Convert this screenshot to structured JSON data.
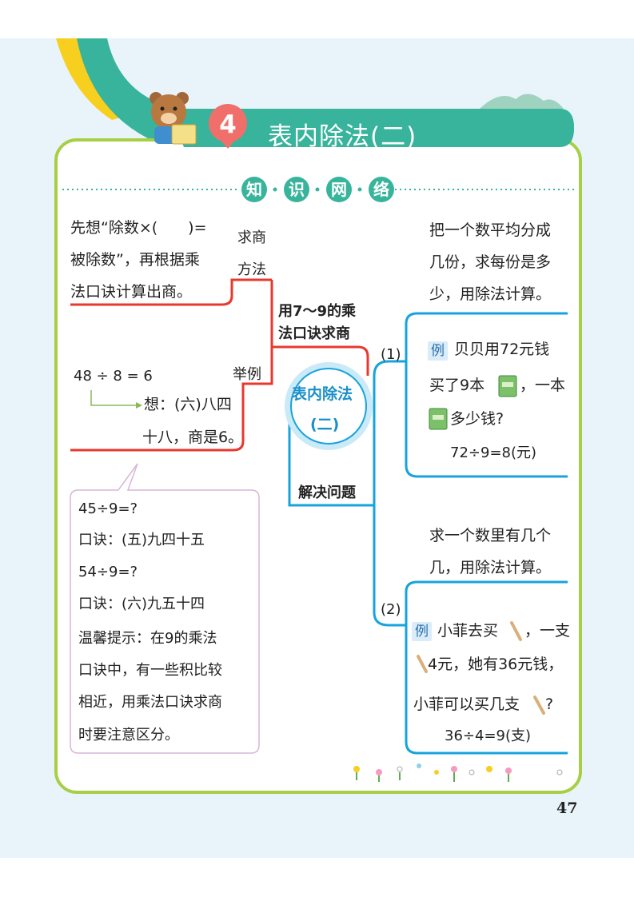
{
  "chapter": {
    "number": "4",
    "title": "表内除法(二)"
  },
  "section_header": [
    "知",
    "识",
    "网",
    "络"
  ],
  "center": {
    "line1": "表内除法",
    "line2": "(二)"
  },
  "branch_left": {
    "label": "用7～9的乘法口诀求商",
    "label_line1": "用7～9的乘",
    "label_line2": "法口诀求商",
    "method_label_line1": "求商",
    "method_label_line2": "方法",
    "method_text": [
      "先想“除数×(　　)=",
      "被除数”，再根据乘",
      "法口诀计算出商。"
    ],
    "example_label": "举例",
    "example_eq": "48 ÷ 8 = 6",
    "example_think": [
      "想：(六)八四",
      "十八，商是6。"
    ]
  },
  "tips_box": [
    "45÷9=?",
    "口诀：(五)九四十五",
    "54÷9=?",
    "口诀：(六)九五十四",
    "温馨提示：在9的乘法",
    "口诀中，有一些积比较",
    "相近，用乘法口诀求商",
    "时要注意区分。"
  ],
  "branch_right": {
    "label": "解决问题",
    "sub1": {
      "marker": "(1)",
      "desc": [
        "把一个数平均分成",
        "几份，求每份是多",
        "少，用除法计算。"
      ],
      "example_tag": "例",
      "example": [
        "贝贝用72元钱",
        "买了9本",
        "，一本",
        "多少钱?"
      ],
      "answer": "72÷9=8(元)"
    },
    "sub2": {
      "marker": "(2)",
      "desc": [
        "求一个数里有几个",
        "几，用除法计算。"
      ],
      "example_tag": "例",
      "example": [
        "小菲去买",
        "，一支",
        "4元，她有36元钱，",
        "小菲可以买几支",
        "?"
      ],
      "answer": "36÷4=9(支)"
    }
  },
  "page_number": "47",
  "colors": {
    "teal": "#39b49c",
    "green_frame": "#a6cf45",
    "red": "#e8382e",
    "blue": "#17a3dc",
    "yellow": "#f7cf1f"
  }
}
